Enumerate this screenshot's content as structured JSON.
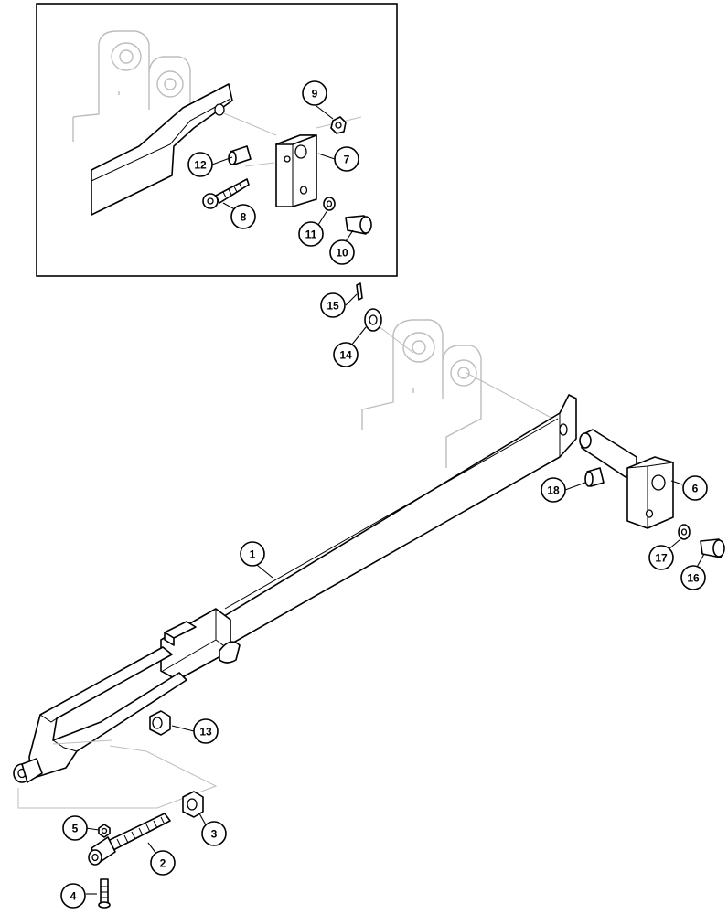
{
  "diagram": {
    "callouts": [
      {
        "id": "c1",
        "label": "1"
      },
      {
        "id": "c2",
        "label": "2"
      },
      {
        "id": "c3",
        "label": "3"
      },
      {
        "id": "c4",
        "label": "4"
      },
      {
        "id": "c5",
        "label": "5"
      },
      {
        "id": "c6",
        "label": "6"
      },
      {
        "id": "c7",
        "label": "7"
      },
      {
        "id": "c8",
        "label": "8"
      },
      {
        "id": "c9",
        "label": "9"
      },
      {
        "id": "c10",
        "label": "10"
      },
      {
        "id": "c11",
        "label": "11"
      },
      {
        "id": "c12",
        "label": "12"
      },
      {
        "id": "c13",
        "label": "13"
      },
      {
        "id": "c14",
        "label": "14"
      },
      {
        "id": "c15",
        "label": "15"
      },
      {
        "id": "c16",
        "label": "16"
      },
      {
        "id": "c17",
        "label": "17"
      },
      {
        "id": "c18",
        "label": "18"
      }
    ]
  }
}
